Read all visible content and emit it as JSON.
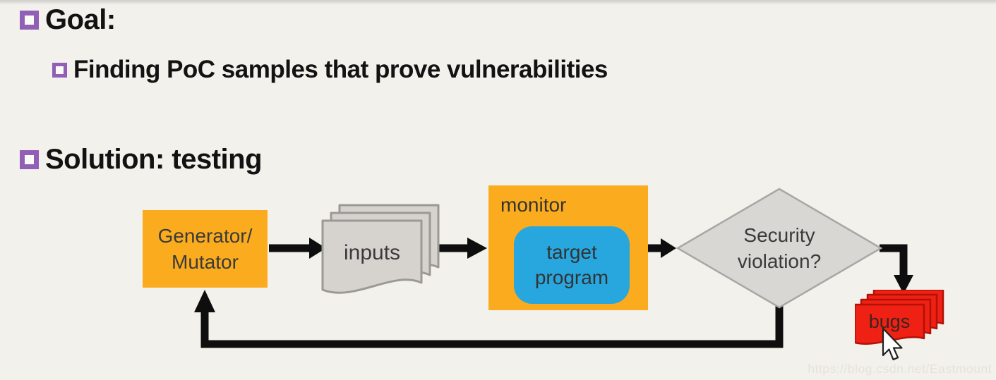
{
  "slide": {
    "bullet1": "Goal:",
    "bullet1_sub": "Finding PoC samples that prove vulnerabilities",
    "bullet2": "Solution: testing"
  },
  "diagram": {
    "generator": {
      "line1": "Generator/",
      "line2": "Mutator"
    },
    "inputs": {
      "label": "inputs"
    },
    "monitor": {
      "label": "monitor"
    },
    "target": {
      "line1": "target",
      "line2": "program"
    },
    "decision": {
      "line1": "Security",
      "line2": "violation?"
    },
    "bugs": {
      "label": "bugs"
    },
    "colors": {
      "bg": "#F3F1EC",
      "bullet_purple": "#9160B6",
      "node_orange": "#FBAC1E",
      "node_blue": "#28A7DF",
      "doc_gray": "#D6D3CF",
      "doc_gray_border": "#9B9995",
      "diamond_gray": "#D9D7D4",
      "diamond_border": "#A9A7A3",
      "bugs_red": "#EF2014",
      "bugs_red_border": "#B21106",
      "arrow_black": "#0E0E0E"
    }
  },
  "icons": {
    "cursor": "mouse-arrow-pointer"
  },
  "watermark": "https://blog.csdn.net/Eastmount"
}
